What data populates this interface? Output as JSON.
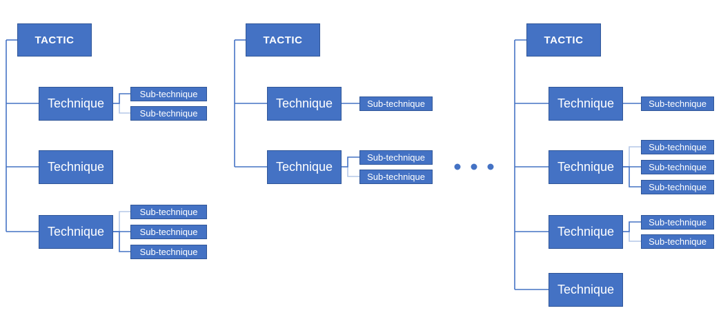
{
  "diagram": {
    "title": "",
    "type": "hierarchy-tree",
    "colors": {
      "box_fill": "#4472C4",
      "box_border": "#2F5597",
      "connector": "#4472C4",
      "connector_light": "#B4C7E7",
      "text": "#FFFFFF",
      "background": "#FFFFFF"
    },
    "ellipsis": {
      "dots": 3
    },
    "groups": [
      {
        "tactic": "TACTIC",
        "techniques": [
          {
            "label": "Technique",
            "subs": [
              "Sub-technique",
              "Sub-technique"
            ]
          },
          {
            "label": "Technique",
            "subs": []
          },
          {
            "label": "Technique",
            "subs": [
              "Sub-technique",
              "Sub-technique",
              "Sub-technique"
            ]
          }
        ]
      },
      {
        "tactic": "TACTIC",
        "techniques": [
          {
            "label": "Technique",
            "subs": [
              "Sub-technique"
            ]
          },
          {
            "label": "Technique",
            "subs": [
              "Sub-technique",
              "Sub-technique"
            ]
          }
        ]
      },
      {
        "tactic": "TACTIC",
        "techniques": [
          {
            "label": "Technique",
            "subs": [
              "Sub-technique"
            ]
          },
          {
            "label": "Technique",
            "subs": [
              "Sub-technique",
              "Sub-technique",
              "Sub-technique"
            ]
          },
          {
            "label": "Technique",
            "subs": [
              "Sub-technique",
              "Sub-technique"
            ]
          },
          {
            "label": "Technique",
            "subs": []
          }
        ]
      }
    ]
  }
}
